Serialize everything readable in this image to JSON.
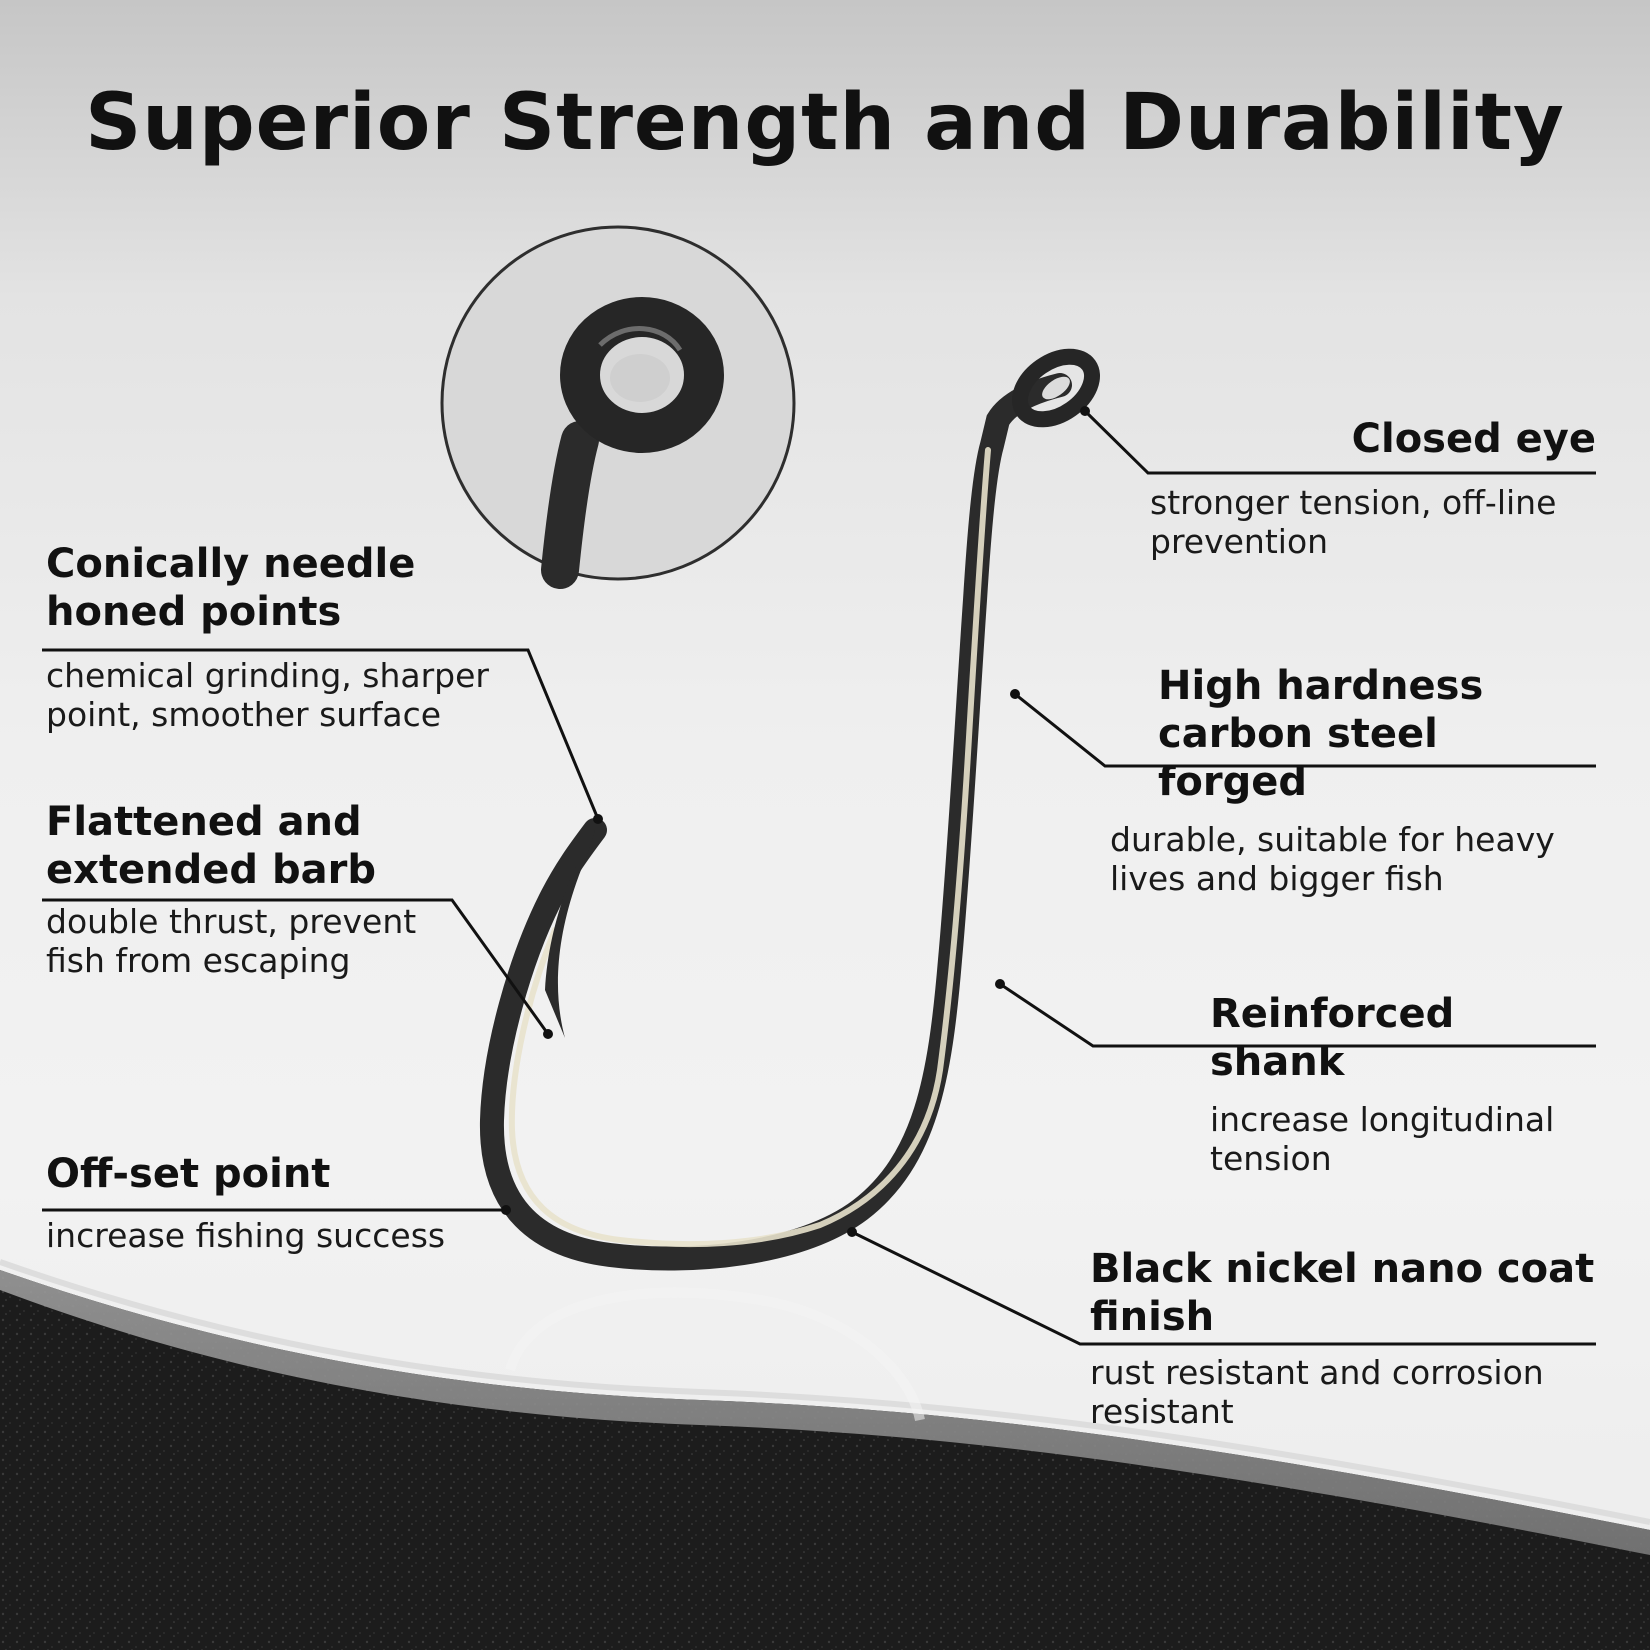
{
  "title": "Superior Strength and Durability",
  "callouts": {
    "closed_eye": {
      "heading": "Closed eye",
      "description": "stronger tension, off-line prevention"
    },
    "conical_points": {
      "heading": "Conically needle honed points",
      "description": "chemical grinding, sharper point, smoother surface"
    },
    "high_hardness": {
      "heading": "High hardness carbon steel forged",
      "description": "durable, suitable for heavy lives and bigger fish"
    },
    "flattened_barb": {
      "heading": "Flattened and extended barb",
      "description": "double thrust,  prevent fish from escaping"
    },
    "reinforced_shank": {
      "heading": "Reinforced shank",
      "description": "increase longitudinal tension"
    },
    "offset_point": {
      "heading": "Off-set point",
      "description": "increase fishing success"
    },
    "black_nickel": {
      "heading": "Black nickel nano coat finish",
      "description": "rust resistant and corrosion resistant"
    }
  },
  "colors": {
    "background_light": "#efefef",
    "background_top": "#c6c6c6",
    "ground_dark": "#1b1b1b",
    "text": "#111111",
    "hook_metal": "#2b2b2b"
  }
}
